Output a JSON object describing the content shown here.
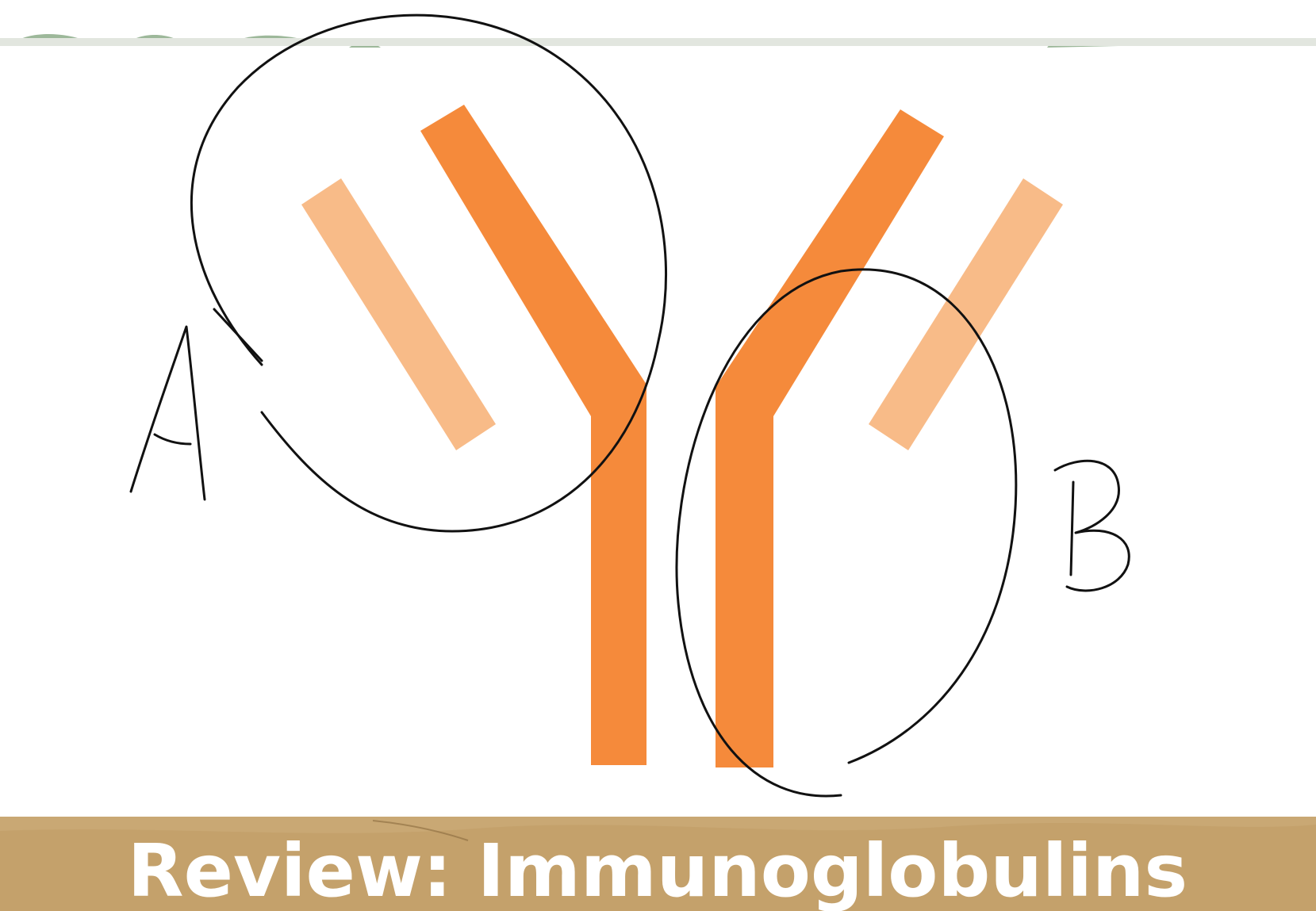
{
  "slide": {
    "title": "Review: Immunoglobulins"
  },
  "annotations": {
    "label_a": "A",
    "label_b": "B"
  },
  "colors": {
    "heavy_chain": "#F58A3B",
    "light_chain": "#F8BB88",
    "ink": "#111111",
    "banner": "#C9A874",
    "banner_text": "#FFFFFF",
    "leaf": "#9DB89A",
    "top_rule": "#E2E6DF"
  },
  "icons": {
    "antibody": "y-shaped-antibody-icon"
  }
}
